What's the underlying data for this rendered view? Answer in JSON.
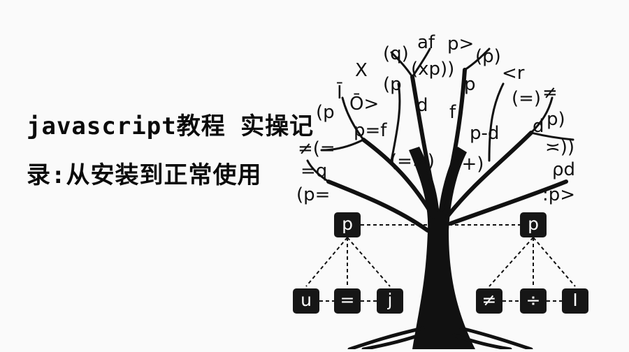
{
  "title_lines": [
    "javascript教程 实操记",
    "录:从安装到正常使用"
  ],
  "tree": {
    "root_left": "p",
    "root_right": "p",
    "left_children": [
      "u",
      "=",
      "j"
    ],
    "right_children": [
      "≠",
      "÷",
      "I"
    ]
  },
  "canopy_symbols": [
    "(q)",
    "af",
    "p>",
    "(p)",
    "X",
    "(xp))",
    "<r",
    "(p",
    "p",
    "(=)",
    "≠",
    "Ī",
    "Ō>",
    "d",
    "f",
    "p)",
    "(p",
    "p=f",
    "p-d",
    "d",
    "≠(=",
    "(=>)",
    "p+)",
    "≍))",
    "=q",
    "ρd",
    "(p=",
    ":p>"
  ],
  "colors": {
    "ink": "#111111",
    "background": "#fafafa",
    "node_fill": "#161616",
    "node_text": "#ffffff"
  }
}
